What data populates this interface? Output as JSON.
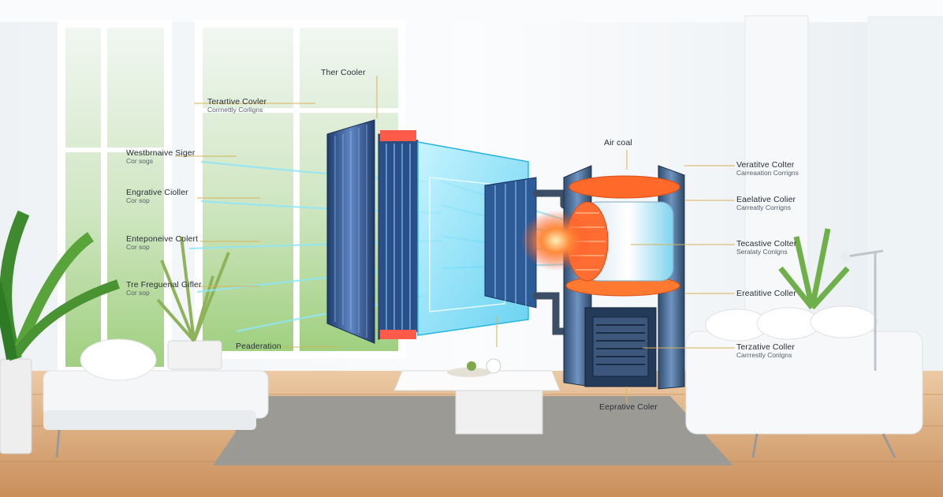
{
  "callouts": {
    "top_center": {
      "title": "Ther Cooler"
    },
    "top_left": {
      "title": "Terartive Covler",
      "subtitle": "Corrnettly Corligns"
    },
    "left_1": {
      "title": "Westbrnaive Siger",
      "subtitle": "Cor sogs"
    },
    "left_2": {
      "title": "Engrative Cioller",
      "subtitle": "Cor sop"
    },
    "left_3": {
      "title": "Enteponeive Colert",
      "subtitle": "Cor sop"
    },
    "left_4": {
      "title": "Tre Freguenal Gifler",
      "subtitle": "Cor sop"
    },
    "bottom_left": {
      "title": "Peaderation"
    },
    "air_coal": {
      "title": "Air coal"
    },
    "right_1": {
      "title": "Veratitve Colter",
      "subtitle": "Carreaation Corrigns"
    },
    "right_2": {
      "title": "Eaelative Colier",
      "subtitle": "Carreatly Corrigns"
    },
    "right_3": {
      "title": "Tecastive Colter",
      "subtitle": "Seralaty Conlgns"
    },
    "right_4": {
      "title": "Ereatitive Coller"
    },
    "right_5": {
      "title": "Terzative Coller",
      "subtitle": "Carrrestly Conlgns"
    },
    "bottom_right": {
      "title": "Eeprative Coler"
    }
  },
  "colors": {
    "wall": "#f4f7f9",
    "floor": "#d9a878",
    "glass_blue": "#4fd3f0",
    "heat_orange": "#ff6a2a",
    "unit_navy": "#3b5878",
    "foliage": "#6fb04a"
  }
}
